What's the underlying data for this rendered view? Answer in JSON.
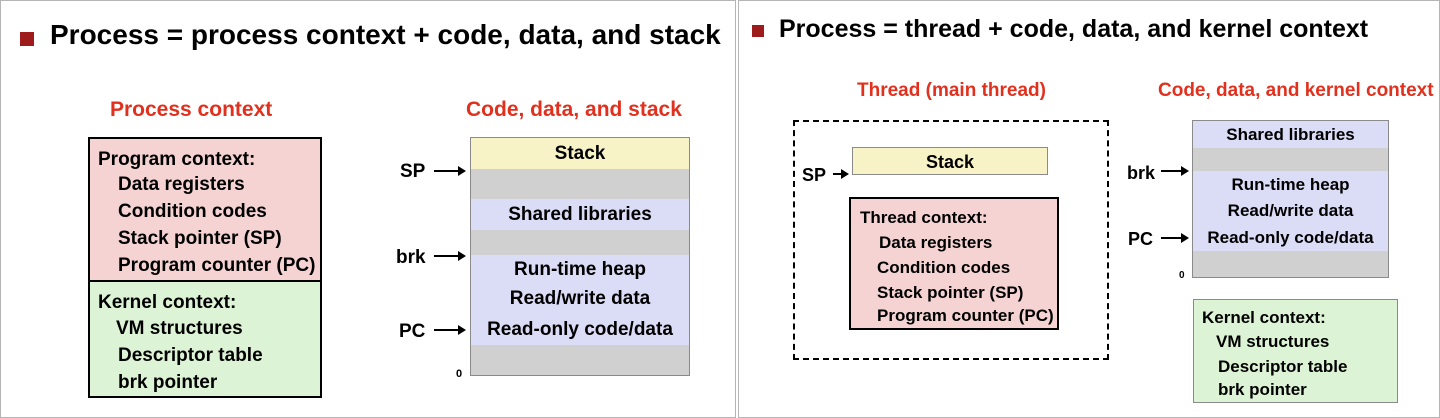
{
  "left": {
    "title": "Process = process context + code, data, and stack",
    "process_context_heading": "Process context",
    "program_context": {
      "heading": "Program context:",
      "items": [
        "Data registers",
        "Condition codes",
        "Stack pointer (SP)",
        "Program counter (PC)"
      ]
    },
    "kernel_context": {
      "heading": "Kernel context:",
      "items": [
        "VM structures",
        "Descriptor table",
        "brk pointer"
      ]
    },
    "memory_heading": "Code, data, and stack",
    "segments": [
      "Stack",
      "",
      "Shared libraries",
      "",
      "Run-time heap",
      "Read/write data",
      "Read-only code/data",
      ""
    ],
    "pointers": {
      "sp": "SP",
      "brk": "brk",
      "pc": "PC"
    },
    "zero_label": "0"
  },
  "right": {
    "title": "Process = thread + code, data, and kernel context",
    "thread_heading": "Thread (main thread)",
    "stack_label": "Stack",
    "sp_label": "SP",
    "thread_context": {
      "heading": "Thread context:",
      "items": [
        "Data registers",
        "Condition codes",
        "Stack pointer (SP)",
        "Program counter (PC)"
      ]
    },
    "memory_heading": "Code, data, and kernel context",
    "segments": [
      "Shared libraries",
      "",
      "Run-time heap",
      "Read/write data",
      "Read-only code/data",
      ""
    ],
    "pointers": {
      "brk": "brk",
      "pc": "PC"
    },
    "zero_label": "0",
    "kernel_context": {
      "heading": "Kernel context:",
      "items": [
        "VM structures",
        "Descriptor table",
        "brk pointer"
      ]
    }
  }
}
